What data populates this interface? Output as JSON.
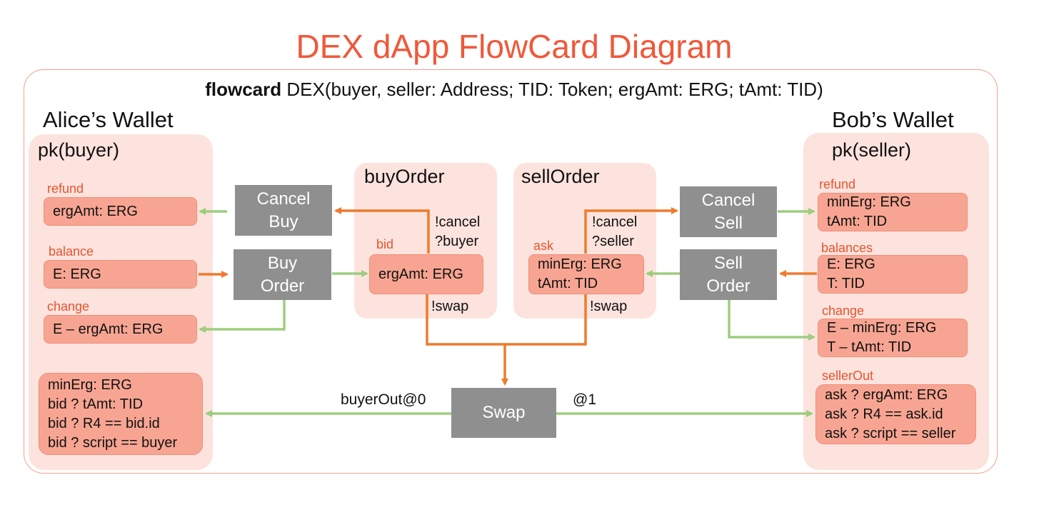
{
  "title": "DEX dApp FlowCard Diagram",
  "signature": {
    "keyword": "flowcard",
    "rest": " DEX(buyer, seller: Address; TID: Token; ergAmt: ERG; tAmt: TID)"
  },
  "alice": {
    "wallet_title": "Alice’s Wallet",
    "panel_title": "pk(buyer)",
    "refund": {
      "label": "refund",
      "lines": [
        "ergAmt: ERG"
      ]
    },
    "balance": {
      "label": "balance",
      "lines": [
        "E: ERG"
      ]
    },
    "change": {
      "label": "change",
      "lines": [
        "E – ergAmt: ERG"
      ]
    },
    "buyer_out": {
      "lines": [
        "minErg: ERG",
        "bid ? tAmt: TID",
        "bid ? R4 == bid.id",
        "bid ? script == buyer"
      ]
    }
  },
  "bob": {
    "wallet_title": "Bob’s Wallet",
    "panel_title": "pk(seller)",
    "refund": {
      "label": "refund",
      "lines": [
        "minErg: ERG",
        "tAmt: TID"
      ]
    },
    "balances": {
      "label": "balances",
      "lines": [
        "E: ERG",
        "T: TID"
      ]
    },
    "change": {
      "label": "change",
      "lines": [
        "E – minErg: ERG",
        "T – tAmt: TID"
      ]
    },
    "seller_out": {
      "label": "sellerOut",
      "lines": [
        "ask ? ergAmt: ERG",
        "ask ? R4 == ask.id",
        "ask ? script == seller"
      ]
    }
  },
  "buy_order": {
    "panel_title": "buyOrder",
    "label": "bid",
    "lines": [
      "ergAmt: ERG"
    ],
    "conditions": [
      "!cancel",
      "?buyer"
    ],
    "swap_condition": "!swap"
  },
  "sell_order": {
    "panel_title": "sellOrder",
    "label": "ask",
    "lines": [
      "minErg: ERG",
      "tAmt: TID"
    ],
    "conditions": [
      "!cancel",
      "?seller"
    ],
    "swap_condition": "!swap"
  },
  "transactions": {
    "cancel_buy": [
      "Cancel",
      "Buy"
    ],
    "buy_order": [
      "Buy",
      "Order"
    ],
    "cancel_sell": [
      "Cancel",
      "Sell"
    ],
    "sell_order": [
      "Sell",
      "Order"
    ],
    "swap": [
      "Swap"
    ]
  },
  "edges": {
    "buyer_out": "buyerOut@0",
    "seller_out": "@1"
  },
  "colors": {
    "title": "#f0583a",
    "panel": "#fde3dd",
    "box": "#f7a592",
    "tx": "#8f8f8f",
    "green_arrow": "#9dcd7f",
    "orange_arrow": "#ee7b2e"
  }
}
